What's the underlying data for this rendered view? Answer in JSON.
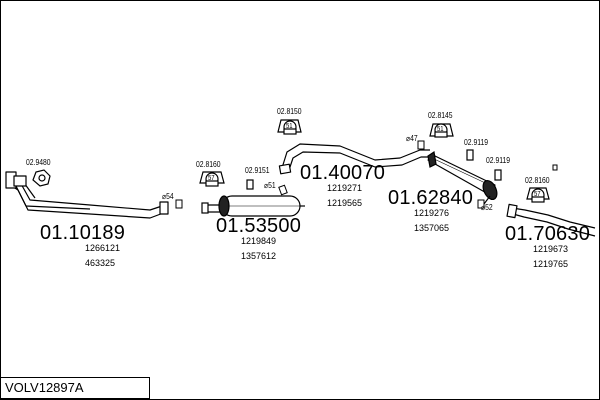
{
  "title": "VOLV12897A",
  "parts": [
    {
      "code": "01.10189",
      "refs": [
        "1266121",
        "463325"
      ]
    },
    {
      "code": "01.53500",
      "refs": [
        "1219849",
        "1357612"
      ]
    },
    {
      "code": "01.40070",
      "refs": [
        "1219271",
        "1219565"
      ]
    },
    {
      "code": "01.62840",
      "refs": [
        "1219276",
        "1357065"
      ]
    },
    {
      "code": "01.70630",
      "refs": [
        "1219673",
        "1219765"
      ]
    }
  ],
  "accessories": {
    "a1": "02.9480",
    "a2": "02.8160",
    "a3": "02.9151",
    "a4": "02.8150",
    "a5": "02.8145",
    "a6": "02.9119",
    "a7": "02.9119",
    "a8": "02.8160"
  },
  "clamps": {
    "c54": "54",
    "c51": "51",
    "c47": "47",
    "c52": "52"
  },
  "clamp_symbol": "⌀",
  "hanger_badges": {
    "b57a": "57",
    "b51": "51",
    "b51b": "51",
    "b57b": "57"
  }
}
